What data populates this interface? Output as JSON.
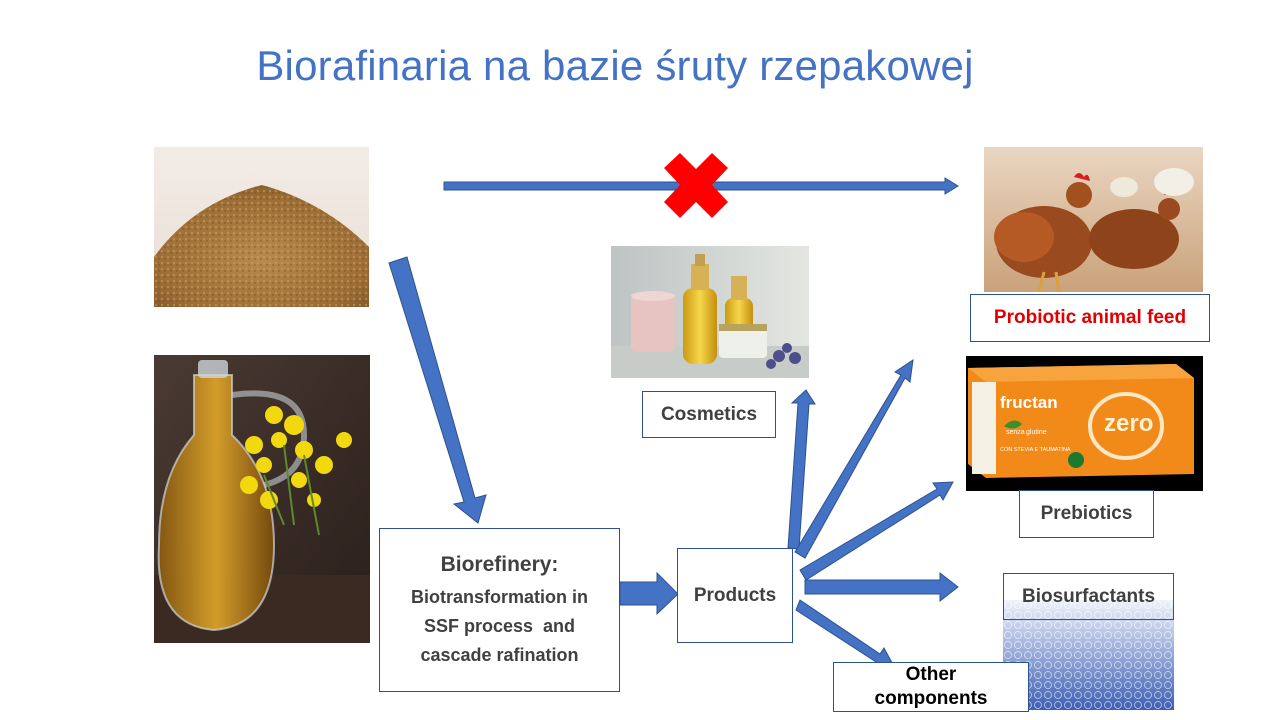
{
  "slide": {
    "title": "Biorafinaria na bazie śruty rzepakowej"
  },
  "boxes": {
    "biorefinery_title": "Biorefinery:",
    "biorefinery_body_1": "Biotransformation in",
    "biorefinery_body_2": "SSF process  and",
    "biorefinery_body_3": "cascade rafination",
    "products": "Products",
    "cosmetics": "Cosmetics",
    "probiotic_feed": "Probiotic animal feed",
    "prebiotics": "Prebiotics",
    "biosurfactants": "Biosurfactants",
    "other_components_1": "Other",
    "other_components_2": "components"
  },
  "product_label": {
    "brand": "fructan",
    "name": "zero",
    "tag_1": "senza",
    "tag_2": "glutine",
    "sub": "CON STEVIA E TAUMATINA"
  },
  "colors": {
    "title": "#4472C4",
    "arrow": "#4472C4",
    "box_border": "#2F528F",
    "probiotic_text": "#E00000",
    "box_text": "#404040",
    "cross": "#FF0000"
  },
  "icons": [
    "cross-icon"
  ]
}
